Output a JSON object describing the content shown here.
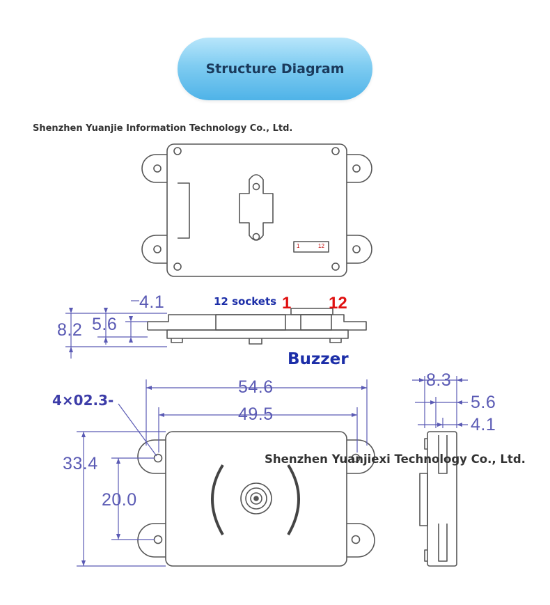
{
  "header": {
    "title": "Structure Diagram"
  },
  "company_top": "Shenzhen Yuanjie Information Technology Co., Ltd.",
  "company_mid": "Shenzhen Yuanjiexi Technology Co., Ltd.",
  "annotations": {
    "sockets": "12 sockets",
    "pin_first": "1",
    "pin_last": "12",
    "buzzer": "Buzzer",
    "mounting_holes": "4×02.3-"
  },
  "connector_small_labels": {
    "first": "1",
    "last": "12"
  },
  "dimensions": {
    "side_4_1": "4.1",
    "side_8_2": "8.2",
    "side_5_6": "5.6",
    "width_outer": "54.6",
    "width_inner": "49.5",
    "height_outer": "33.4",
    "height_inner": "20.0",
    "right_8_3": "8.3",
    "right_5_6": "5.6",
    "right_4_1": "4.1"
  },
  "colors": {
    "line": "#555555",
    "dimension": "#5a5ab4",
    "label_blue": "#1c2ea8",
    "pin_red": "#e01010",
    "pill_gradient_top": "#b8e6fb",
    "pill_gradient_bottom": "#4fb3e8"
  }
}
